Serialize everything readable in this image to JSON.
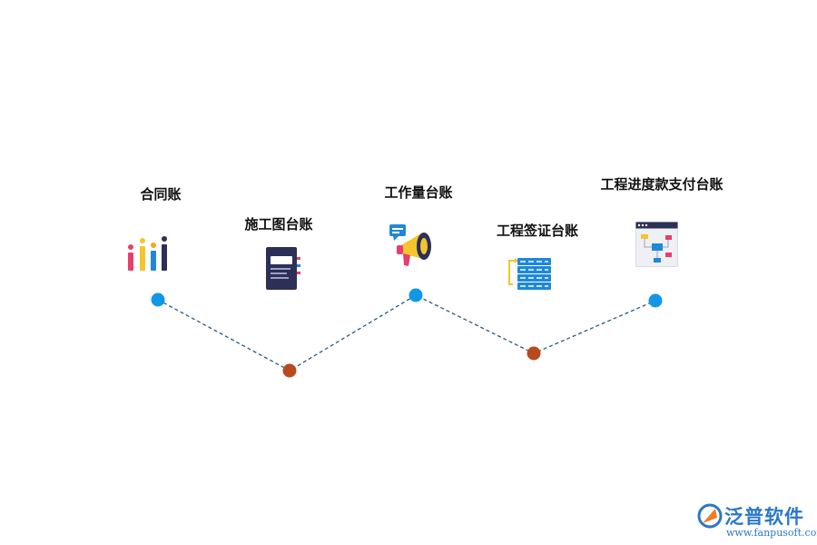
{
  "nodes": [
    {
      "label": "合同账",
      "icon": "bar-chart-icon"
    },
    {
      "label": "施工图台账",
      "icon": "notebook-icon"
    },
    {
      "label": "工作量台账",
      "icon": "megaphone-icon"
    },
    {
      "label": "工程签证台账",
      "icon": "server-rack-icon"
    },
    {
      "label": "工程进度款支付台账",
      "icon": "flowchart-window-icon"
    }
  ],
  "colors": {
    "top_dot": "#1296e8",
    "bottom_dot": "#b84a21",
    "line": "#2a5a7a"
  },
  "watermark": {
    "name": "泛普软件",
    "url": "www.fanpusoft.com",
    "logo_icon": "fanpu-logo-icon"
  }
}
